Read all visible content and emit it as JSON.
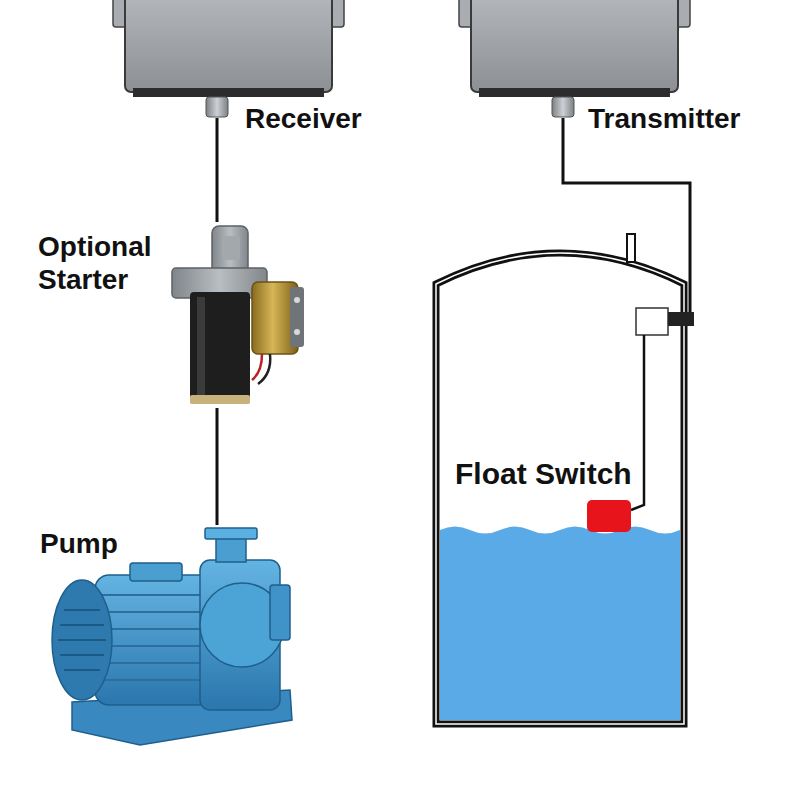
{
  "diagram": {
    "nodes": [
      {
        "text": [
          "Receiver"
        ]
      },
      {
        "text": [
          "Transmitter"
        ]
      },
      {
        "text": [
          "Optional Starter"
        ]
      },
      {
        "text": [
          "Float Switch"
        ]
      },
      {
        "text": [
          "Pump"
        ]
      }
    ],
    "edges": [
      {
        "from": 0,
        "to": 2,
        "arrow": "none"
      },
      {
        "from": 2,
        "to": 4,
        "arrow": "none"
      },
      {
        "from": 1,
        "to": 3,
        "arrow": "none"
      }
    ]
  }
}
